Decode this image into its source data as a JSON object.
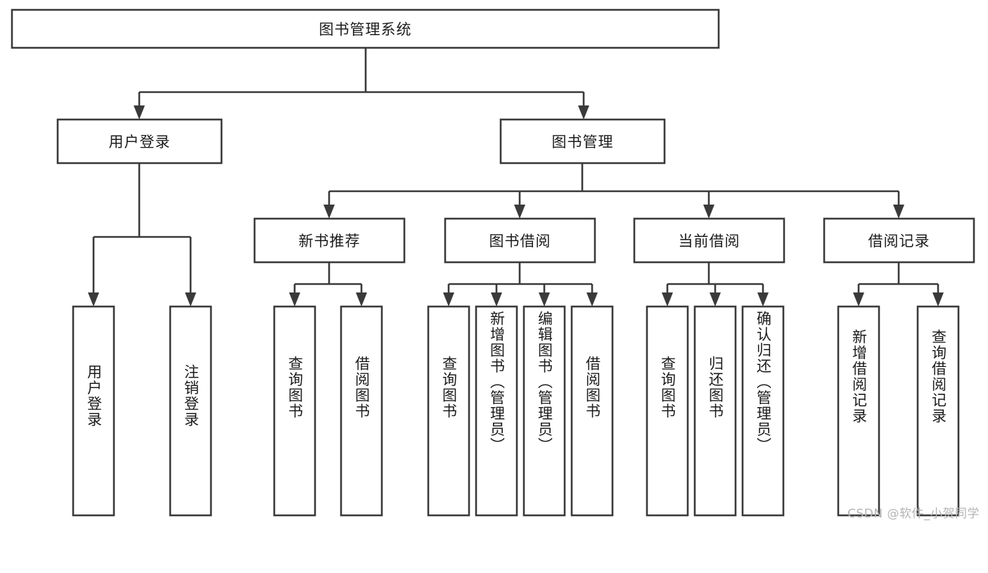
{
  "diagram": {
    "title": "图书管理系统",
    "type": "hierarchy-tree",
    "orientation": "top-down",
    "box_fill": "#ffffff",
    "box_stroke": "#3a3a3a",
    "text_color": "#1c1c1c",
    "background": "#ffffff",
    "levels": {
      "level1": [
        {
          "id": "root",
          "label": "图书管理系统"
        }
      ],
      "level2": [
        {
          "id": "user-login",
          "label": "用户登录",
          "parent": "root"
        },
        {
          "id": "book-manage",
          "label": "图书管理",
          "parent": "root"
        }
      ],
      "level3": [
        {
          "id": "new-book-recommend",
          "label": "新书推荐",
          "parent": "book-manage"
        },
        {
          "id": "book-borrow",
          "label": "图书借阅",
          "parent": "book-manage"
        },
        {
          "id": "current-borrow",
          "label": "当前借阅",
          "parent": "book-manage"
        },
        {
          "id": "borrow-record",
          "label": "借阅记录",
          "parent": "book-manage"
        }
      ],
      "level4": [
        {
          "id": "leaf-user-login",
          "label": "用户登录",
          "parent": "user-login"
        },
        {
          "id": "leaf-logout-login",
          "label": "注销登录",
          "parent": "user-login"
        },
        {
          "id": "leaf-query-book-1",
          "label": "查询图书",
          "parent": "new-book-recommend"
        },
        {
          "id": "leaf-borrow-book-1",
          "label": "借阅图书",
          "parent": "new-book-recommend"
        },
        {
          "id": "leaf-query-book-2",
          "label": "查询图书",
          "parent": "book-borrow"
        },
        {
          "id": "leaf-add-book",
          "label": "新增图书（管理员）",
          "parent": "book-borrow"
        },
        {
          "id": "leaf-edit-book",
          "label": "编辑图书（管理员）",
          "parent": "book-borrow"
        },
        {
          "id": "leaf-borrow-book-2",
          "label": "借阅图书",
          "parent": "book-borrow"
        },
        {
          "id": "leaf-query-book-3",
          "label": "查询图书",
          "parent": "current-borrow"
        },
        {
          "id": "leaf-return-book",
          "label": "归还图书",
          "parent": "current-borrow"
        },
        {
          "id": "leaf-confirm-return",
          "label": "确认归还（管理员）",
          "parent": "current-borrow"
        },
        {
          "id": "leaf-add-record",
          "label": "新增借阅记录",
          "parent": "borrow-record"
        },
        {
          "id": "leaf-query-record",
          "label": "查询借阅记录",
          "parent": "borrow-record"
        }
      ]
    }
  },
  "watermark": {
    "text": "CSDN @软件_小贺同学"
  }
}
